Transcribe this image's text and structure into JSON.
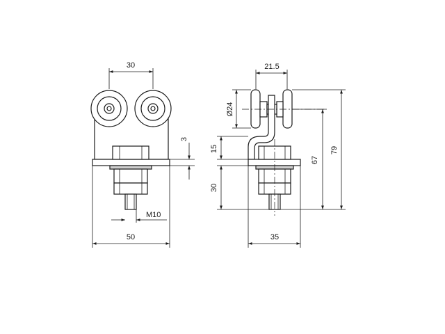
{
  "dimensions": {
    "front_wheel_spacing": "30",
    "front_width": "50",
    "thread": "M10",
    "plate_thickness": "3",
    "side_wheel_width": "21.5",
    "wheel_diameter": "Ø24",
    "mount_height": "15",
    "thread_length": "30",
    "axle_height": "67",
    "overall_height": "79",
    "side_width": "35"
  }
}
